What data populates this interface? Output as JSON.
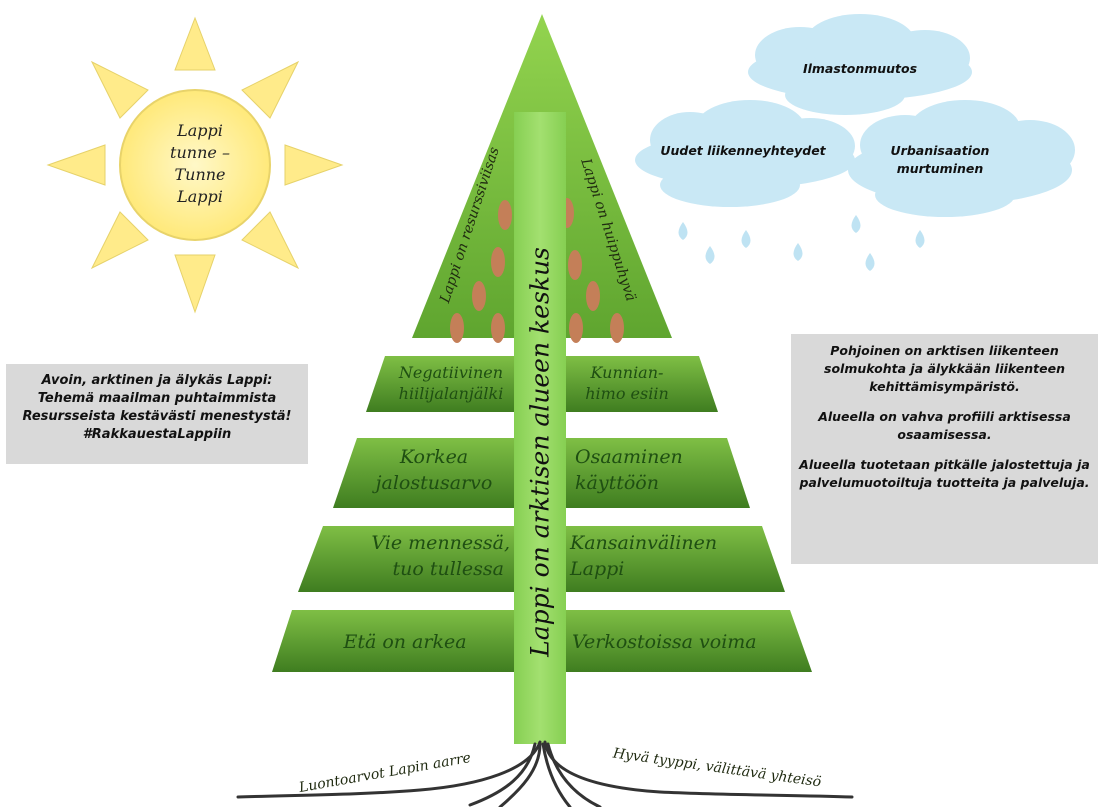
{
  "sun": {
    "lines": [
      "Lappi",
      "tunne –",
      "Tunne",
      "Lappi"
    ]
  },
  "clouds": {
    "top": "Ilmastonmuutos",
    "left": "Uudet liikenneyhteydet",
    "right": [
      "Urbanisaation",
      "murtuminen"
    ]
  },
  "tree": {
    "trunk": "Lappi on arktisen alueen keskus",
    "crown_left": "Lappi on resurssiviisas",
    "crown_right": "Lappi on huippuhyvä",
    "tiers": [
      {
        "left": [
          "Negatiivinen",
          "hiilijalanjälki"
        ],
        "right": [
          "Kunnian-",
          "himo esiin"
        ]
      },
      {
        "left": [
          "Korkea",
          "jalostusarvo"
        ],
        "right": [
          "Osaaminen",
          "käyttöön"
        ]
      },
      {
        "left": [
          "Vie mennessä,",
          "tuo tullessa"
        ],
        "right": [
          "Kansainvälinen",
          "Lappi"
        ]
      },
      {
        "left": [
          "Etä on arkea"
        ],
        "right": [
          "Verkostoissa voima"
        ]
      }
    ]
  },
  "roots": {
    "left": "Luontoarvot Lapin aarre",
    "right": "Hyvä tyyppi, välittävä yhteisö"
  },
  "left_box": [
    "Avoin, arktinen ja älykäs Lappi:",
    "Tehemä maailman puhtaimmista",
    "Resursseista kestävästi menestystä!",
    "#RakkauestaLappiin"
  ],
  "right_box": [
    "Pohjoinen on arktisen liikenteen solmukohta ja älykkään liikenteen kehittämisympäristö.",
    "Alueella on vahva profiili arktisessa osaamisessa.",
    "Alueella tuotetaan pitkälle jalostettuja ja palvelumuotoiltuja tuotteita ja palveluja."
  ],
  "colors": {
    "sun": "#ffeb8a",
    "sun_stroke": "#e8d36a",
    "cloud": "#c9e8f5",
    "drop": "#bfe3f3",
    "tree_light": "#8ccc4a",
    "tree_dark": "#3f7a1e",
    "trunk": "#8fd35a",
    "cone": "#c47f58"
  }
}
